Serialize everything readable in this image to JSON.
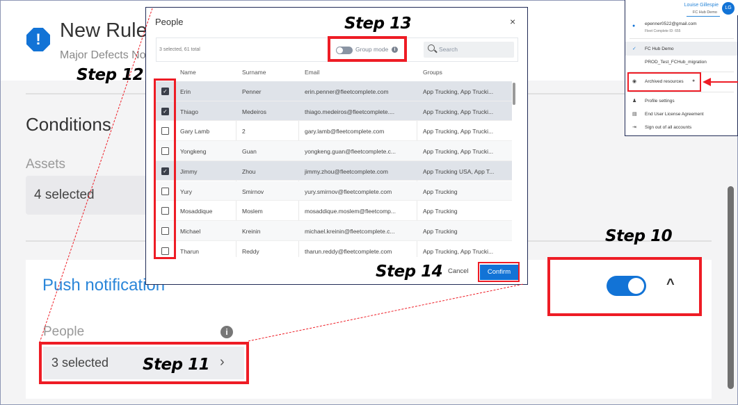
{
  "page": {
    "title": "New Rule",
    "subtitle": "Major Defects No",
    "conditions_heading": "Conditions",
    "assets_label": "Assets",
    "assets_value": "4 selected",
    "push_notification_title": "Push notification",
    "push_notification_enabled": true,
    "people_label": "People",
    "people_value": "3 selected"
  },
  "modal": {
    "title": "People",
    "close": "×",
    "count_text": "3 selected, 61 total",
    "group_mode_label": "Group mode",
    "group_mode_enabled": false,
    "search_placeholder": "Search",
    "columns": [
      "Name",
      "Surname",
      "Email",
      "Groups"
    ],
    "rows": [
      {
        "checked": true,
        "name": "Erin",
        "surname": "Penner",
        "email": "erin.penner@fleetcomplete.com",
        "groups": "App Trucking, App Trucki..."
      },
      {
        "checked": true,
        "name": "Thiago",
        "surname": "Medeiros",
        "email": "thiago.medeiros@fleetcomplete....",
        "groups": "App Trucking, App Trucki..."
      },
      {
        "checked": false,
        "name": "Gary Lamb",
        "surname": "2",
        "email": "gary.lamb@fleetcomplete.com",
        "groups": "App Trucking, App Trucki..."
      },
      {
        "checked": false,
        "name": "Yongkeng",
        "surname": "Guan",
        "email": "yongkeng.guan@fleetcomplete.c...",
        "groups": "App Trucking, App Trucki..."
      },
      {
        "checked": true,
        "name": "Jimmy",
        "surname": "Zhou",
        "email": "jimmy.zhou@fleetcomplete.com",
        "groups": "App Trucking USA, App T..."
      },
      {
        "checked": false,
        "name": "Yury",
        "surname": "Smirnov",
        "email": "yury.smirnov@fleetcomplete.com",
        "groups": "App Trucking"
      },
      {
        "checked": false,
        "name": "Mosaddique",
        "surname": "Moslem",
        "email": "mosaddique.moslem@fleetcomp...",
        "groups": "App Trucking"
      },
      {
        "checked": false,
        "name": "Michael",
        "surname": "Kreinin",
        "email": "michael.kreinin@fleetcomplete.c...",
        "groups": "App Trucking"
      },
      {
        "checked": false,
        "name": "Tharun",
        "surname": "Reddy",
        "email": "tharun.reddy@fleetcomplete.com",
        "groups": "App Trucking, App Trucki..."
      }
    ],
    "cancel_label": "Cancel",
    "confirm_label": "Confirm"
  },
  "profile_menu": {
    "user_name": "Louise Gillespie",
    "user_org": "FC Hub Demo",
    "avatar_initials": "LG",
    "account_email": "epenner0522@gmail.com",
    "account_id": "Fleet Complete ID: 655",
    "workspaces": [
      "FC Hub Demo",
      "PROD_Test_FCHub_migration"
    ],
    "selected_workspace": "FC Hub Demo",
    "archived": "Archived resources",
    "profile_settings": "Profile settings",
    "eula": "End User License Agreement",
    "sign_out": "Sign out of all accounts"
  },
  "annotations": {
    "step10": "Step 10",
    "step11": "Step 11",
    "step12": "Step 12",
    "step13": "Step 13",
    "step14": "Step 14"
  },
  "colors": {
    "accent": "#1273d6",
    "annotation": "#ee1c25",
    "link_blue": "#2a86d9"
  }
}
